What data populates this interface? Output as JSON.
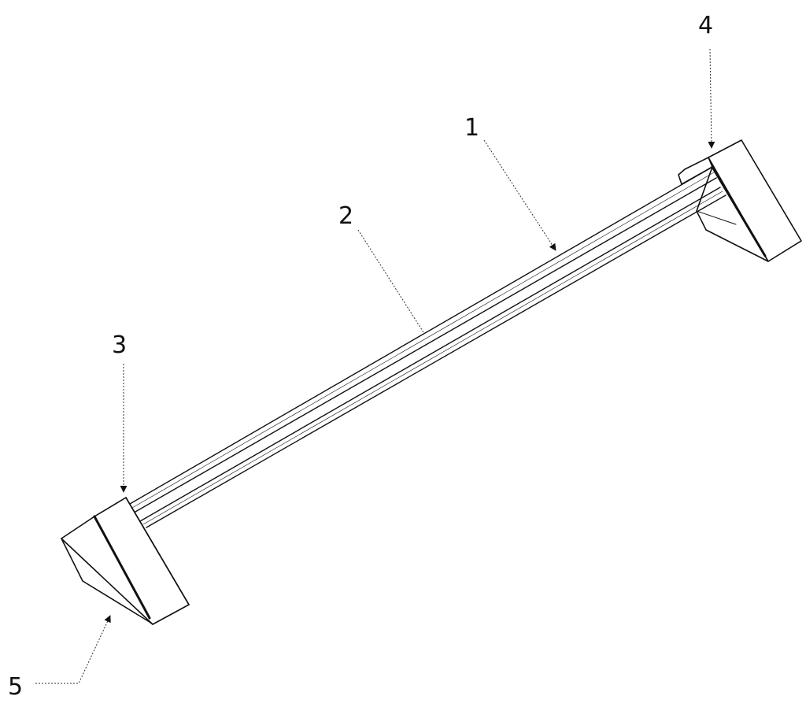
{
  "figure": {
    "callouts": [
      {
        "id": "rail",
        "label": "1"
      },
      {
        "id": "rod",
        "label": "2"
      },
      {
        "id": "left-end-block",
        "label": "3"
      },
      {
        "id": "right-end-block",
        "label": "4"
      },
      {
        "id": "foot",
        "label": "5"
      }
    ]
  }
}
